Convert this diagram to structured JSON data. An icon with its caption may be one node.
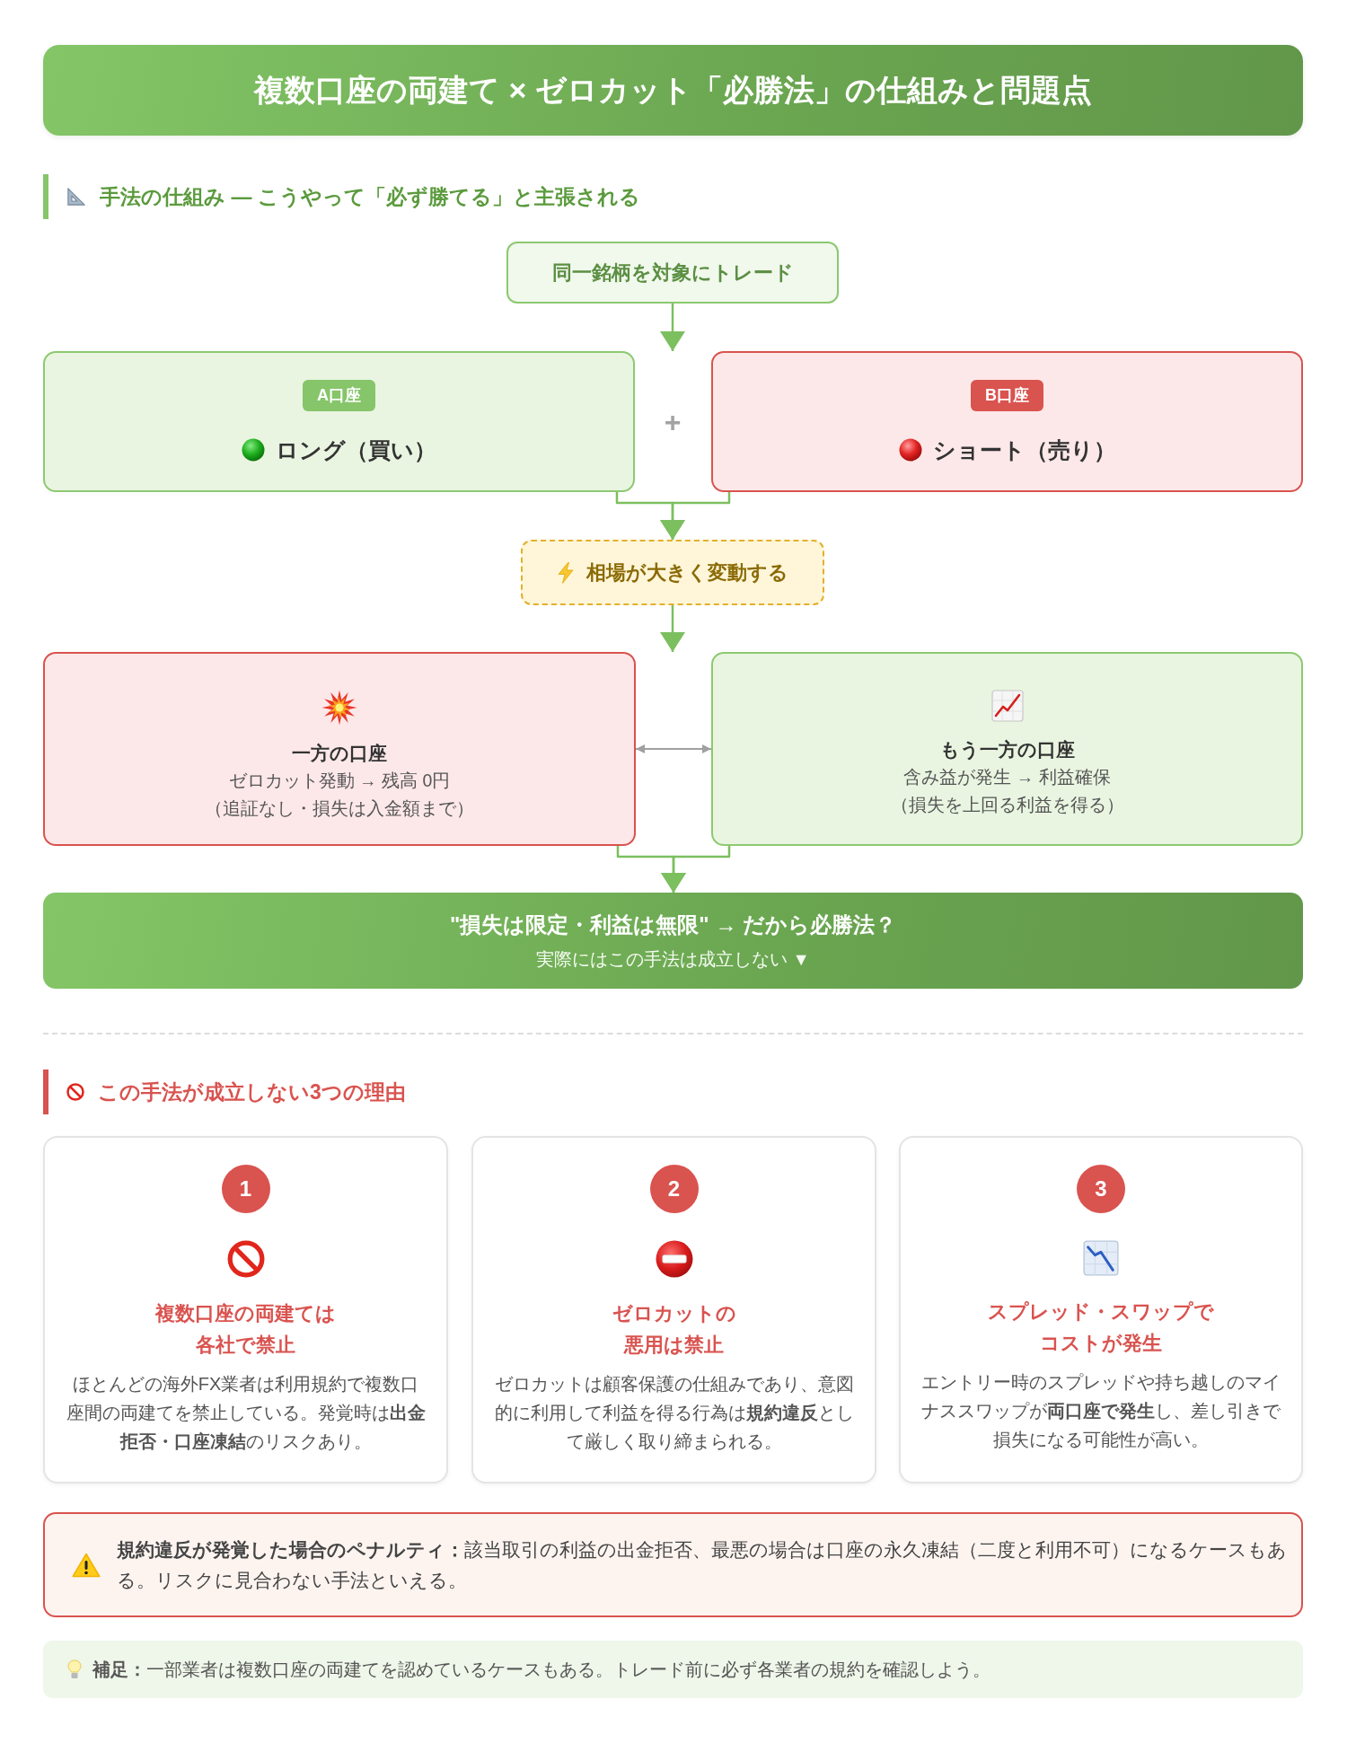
{
  "diagram": {
    "nodes": [
      {
        "text": [
          "複数口座の両建て × ゼロカット「必勝法」の仕組みと問題点"
        ]
      },
      {
        "text": [
          "同一銘柄を対象にトレード"
        ]
      },
      {
        "text": [
          "ロング（買い）"
        ]
      },
      {
        "text": [
          "A口座"
        ],
        "in": 2
      },
      {
        "text": [
          "ショート（売り）"
        ]
      },
      {
        "text": [
          "B口座"
        ],
        "in": 4
      },
      {
        "text": [
          "相場が大きく変動する"
        ]
      },
      {
        "text": [
          "一方の口座",
          "ゼロカット発動 → 残高 0円",
          "（追証なし・損失は入金額まで）"
        ]
      },
      {
        "text": [
          "もう一方の口座",
          "含み益が発生 → 利益確保",
          "（損失を上回る利益を得る）"
        ]
      },
      {
        "text": [
          "\"損失は限定・利益は無限\" → だから必勝法？",
          "実際にはこの手法は成立しない ▼"
        ]
      },
      {
        "text": [
          "複数口座の両建ては各社で禁止",
          "ほとんどの海外FX業者は利用規約で複数口座間の両建てを禁止している。発覚時は**出金拒否・口座凍結**のリスクあり。"
        ]
      },
      {
        "text": [
          "1"
        ],
        "in": 10
      },
      {
        "text": [
          "ゼロカットの悪用は禁止",
          "ゼロカットは顧客保護の仕組みであり、意図的に利用して利益を得る行為は**規約違反**として厳しく取り締まられる。"
        ]
      },
      {
        "text": [
          "2"
        ],
        "in": 12
      },
      {
        "text": [
          "スプレッド・スワップでコストが発生",
          "エントリー時のスプレッドや持ち越しのマイナススワップが**両口座で発生**し、差し引きで損失になる可能性が高い。"
        ]
      },
      {
        "text": [
          "3"
        ],
        "in": 14
      },
      {
        "text": [
          "**規約違反が発覚した場合のペナルティ：**該当取引の利益の出金拒否、最悪の場合は口座の永久凍結（二度と利用不可）になるケースもある。リスクに見合わない手法といえる。"
        ]
      },
      {
        "text": [
          "**補足：**一部業者は複数口座の両建てを認めているケースもある。トレード前に必ず各業者の規約を確認しよう。"
        ]
      }
    ],
    "edges": [
      {
        "from": 1,
        "to": 2,
        "arrow": "to"
      },
      {
        "from": 1,
        "to": 4,
        "arrow": "to"
      },
      {
        "from": 2,
        "to": 6,
        "arrow": "to"
      },
      {
        "from": 4,
        "to": 6,
        "arrow": "to"
      },
      {
        "from": 6,
        "to": 7,
        "arrow": "to"
      },
      {
        "from": 6,
        "to": 8,
        "arrow": "to"
      },
      {
        "from": 7,
        "to": 8,
        "arrow": "both",
        "color": "#a0a0a0"
      },
      {
        "from": 7,
        "to": 9,
        "arrow": "to"
      },
      {
        "from": 8,
        "to": 9,
        "arrow": "to"
      }
    ],
    "labels": [
      "手法の仕組み — こうやって「必ず勝てる」と主張される",
      "+",
      "この手法が成立しない3つの理由"
    ]
  }
}
